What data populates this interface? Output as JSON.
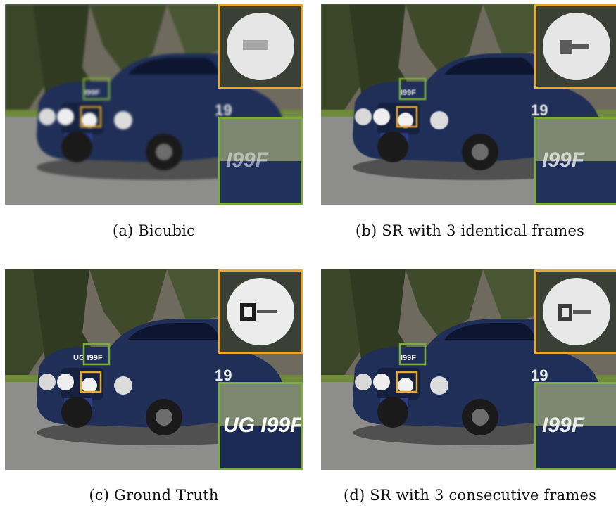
{
  "panels": [
    {
      "id": "a",
      "caption": "(a) Bicubic",
      "plate_text": "I99F"
    },
    {
      "id": "b",
      "caption": "(b) SR with 3 identical frames",
      "plate_text": "I99F"
    },
    {
      "id": "c",
      "caption": "(c) Ground Truth",
      "plate_text": "UG I99F"
    },
    {
      "id": "d",
      "caption": "(d) SR with 3 consecutive frames",
      "plate_text": "I99F"
    }
  ],
  "insets": {
    "orange_label": "headlight badge zoom",
    "green_label": "plate text zoom",
    "orange_color": "#e9a72c",
    "green_color": "#7aad3c"
  },
  "colors": {
    "car": "#1f2f57",
    "road": "#8d8e8c",
    "trees": "#3e4a2a"
  }
}
